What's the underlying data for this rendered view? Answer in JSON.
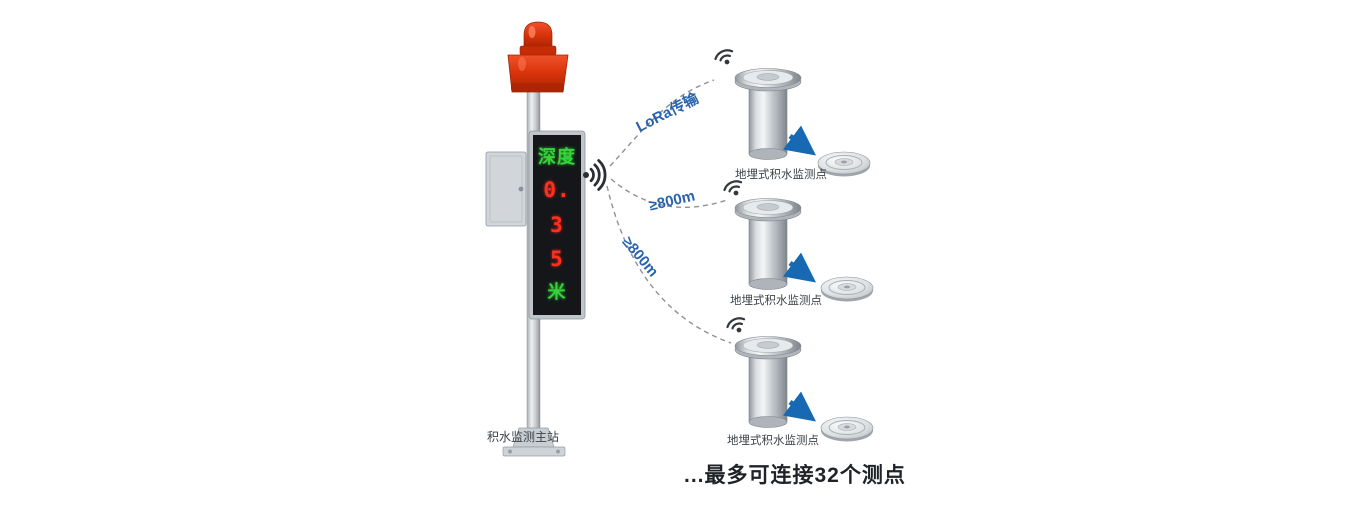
{
  "diagram": {
    "station": {
      "label": "积水监测主站",
      "display": {
        "lines": [
          {
            "text": "深度",
            "color": "#35d43a"
          },
          {
            "text": "0.",
            "color": "#ff2e1e"
          },
          {
            "text": "3",
            "color": "#ff2e1e"
          },
          {
            "text": "5",
            "color": "#ff2e1e"
          },
          {
            "text": "米",
            "color": "#35d43a"
          }
        ]
      }
    },
    "links": [
      {
        "label": "LoRa传输"
      },
      {
        "label": "≥800m"
      },
      {
        "label": "≥800m"
      }
    ],
    "sensors": [
      {
        "label": "地埋式积水监测点"
      },
      {
        "label": "地埋式积水监测点"
      },
      {
        "label": "地埋式积水监测点"
      }
    ],
    "footer": "...最多可连接32个测点",
    "colors": {
      "led_green": "#35d43a",
      "led_red": "#ff2e1e",
      "beacon_red": "#d8330a",
      "link_label_blue": "#2a63ad",
      "arrow_blue": "#1669b2",
      "curve_gray": "#8b9197"
    }
  }
}
